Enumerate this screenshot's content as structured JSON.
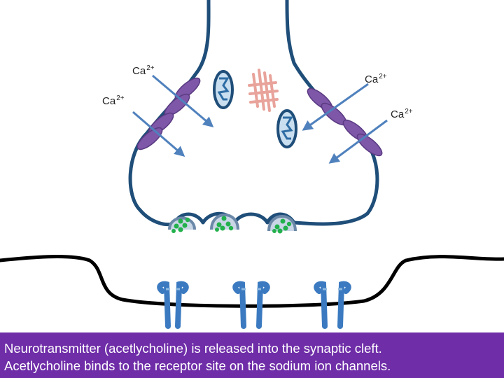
{
  "ion_labels": [
    {
      "text": "Ca",
      "charge": "2+"
    },
    {
      "text": "Ca",
      "charge": "2+"
    },
    {
      "text": "Ca",
      "charge": "2+"
    },
    {
      "text": "Ca",
      "charge": "2+"
    }
  ],
  "caption": {
    "line1": "Neurotransmitter (acetlycholine) is released into the synaptic cleft.",
    "line2": "Acetlycholine binds to the receptor site on the sodium ion channels."
  },
  "colors": {
    "membrane": "#1f4e79",
    "cleft_membrane": "#000000",
    "arrow": "#4f81bd",
    "channel": "#7e57a8",
    "mitochondrion": "#2e6da4",
    "vesicle": "#6b88a8",
    "neurotransmitter": "#22b14c",
    "receptor": "#3b7ac0",
    "cytoskeleton": "#e8a39b",
    "caption_bg": "#6f2da8"
  }
}
